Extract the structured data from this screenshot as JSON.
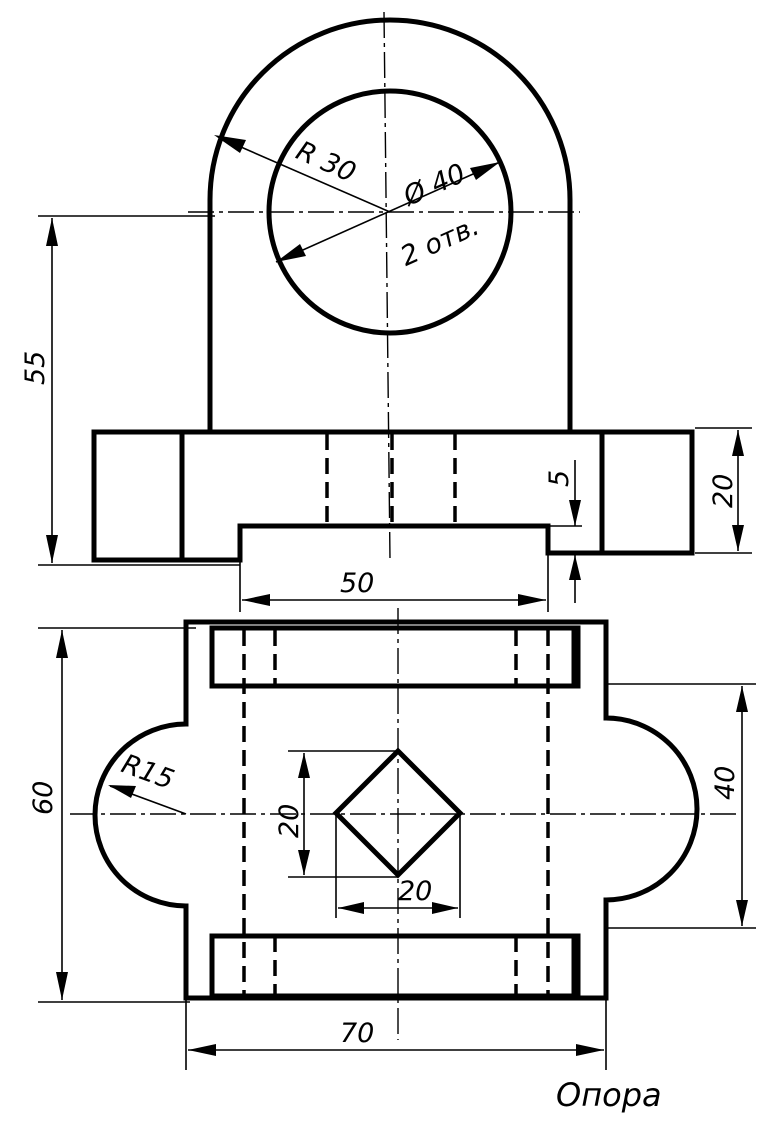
{
  "drawing": {
    "title": "Опора",
    "dimensions": {
      "radius_outer": "R 30",
      "hole_diameter": "Ø 40",
      "hole_count": "2 отв.",
      "height_total": "55",
      "base_height": "20",
      "step_height": "5",
      "step_width": "50",
      "depth": "60",
      "boss_radius": "R15",
      "width_mid": "40",
      "square_height": "20",
      "square_width": "20",
      "total_width": "70"
    }
  }
}
